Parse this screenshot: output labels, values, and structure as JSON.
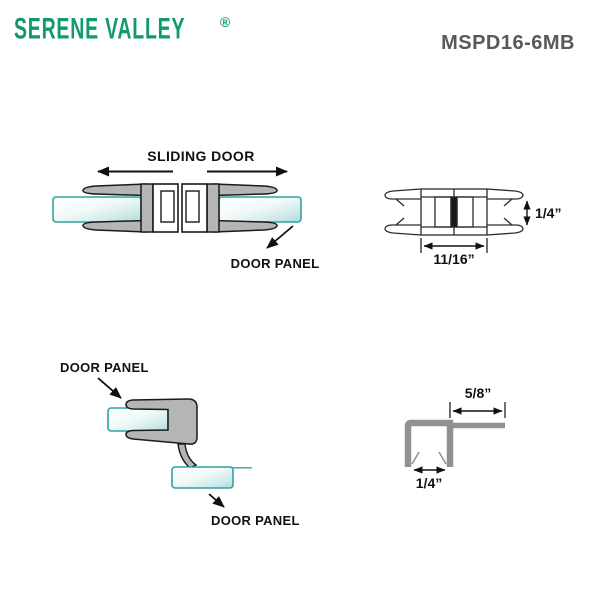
{
  "header": {
    "logo": "SERENE VALLEY",
    "registered": "®",
    "product_code": "MSPD16-6MB"
  },
  "top_left_diagram": {
    "title": "SLIDING DOOR",
    "door_panel_label": "DOOR PANEL"
  },
  "top_right_diagram": {
    "glass_thickness_dim": "1/4”",
    "magnet_block_width_dim": "11/16”"
  },
  "bottom_left_diagram": {
    "door_panel_label_top": "DOOR PANEL",
    "door_panel_label_bottom": "DOOR PANEL"
  },
  "bottom_right_diagram": {
    "flap_width_dim": "5/8”",
    "channel_width_dim": "1/4”"
  },
  "colors": {
    "logo_green": "#129A6E",
    "product_code_gray": "#58595B",
    "seal_profile_gray": "#B5B5B5",
    "glass_teal_stroke": "#2FA3A3",
    "outline_black": "#1A1A1A",
    "line_drawing_dark": "#2B2B2B",
    "line_drawing_gray": "#919191"
  }
}
